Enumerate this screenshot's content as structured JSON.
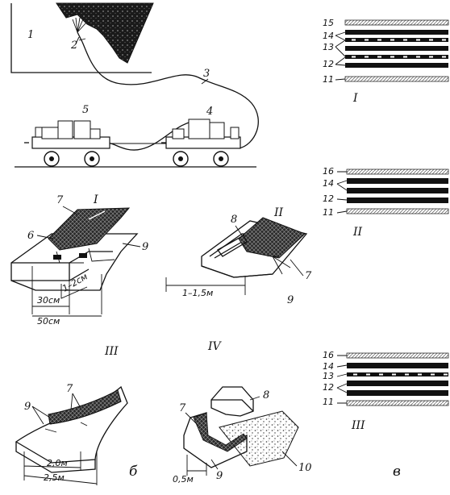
{
  "labels": {
    "n1": "1",
    "n2": "2",
    "n3": "3",
    "n4": "4",
    "n5": "5",
    "n6": "6",
    "n7": "7",
    "n8": "8",
    "n9": "9",
    "n10": "10",
    "n11": "11",
    "n12": "12",
    "n13": "13",
    "n14": "14",
    "n15": "15",
    "n16": "16"
  },
  "roman": {
    "I": "I",
    "II": "II",
    "III": "III",
    "IV": "IV"
  },
  "letters": {
    "b": "б",
    "v": "в"
  },
  "dimensions": {
    "d30": "30см",
    "d50": "50см",
    "d1_2": "1–2см",
    "d1_15": "1–1,5м",
    "d20": "2,0м",
    "d25": "2,5м",
    "d05": "0,5м"
  },
  "layers": {
    "I": [
      "15",
      "14",
      "13",
      "12",
      "11"
    ],
    "II": [
      "16",
      "14",
      "12",
      "11"
    ],
    "III": [
      "16",
      "14",
      "13",
      "12",
      "11"
    ]
  }
}
